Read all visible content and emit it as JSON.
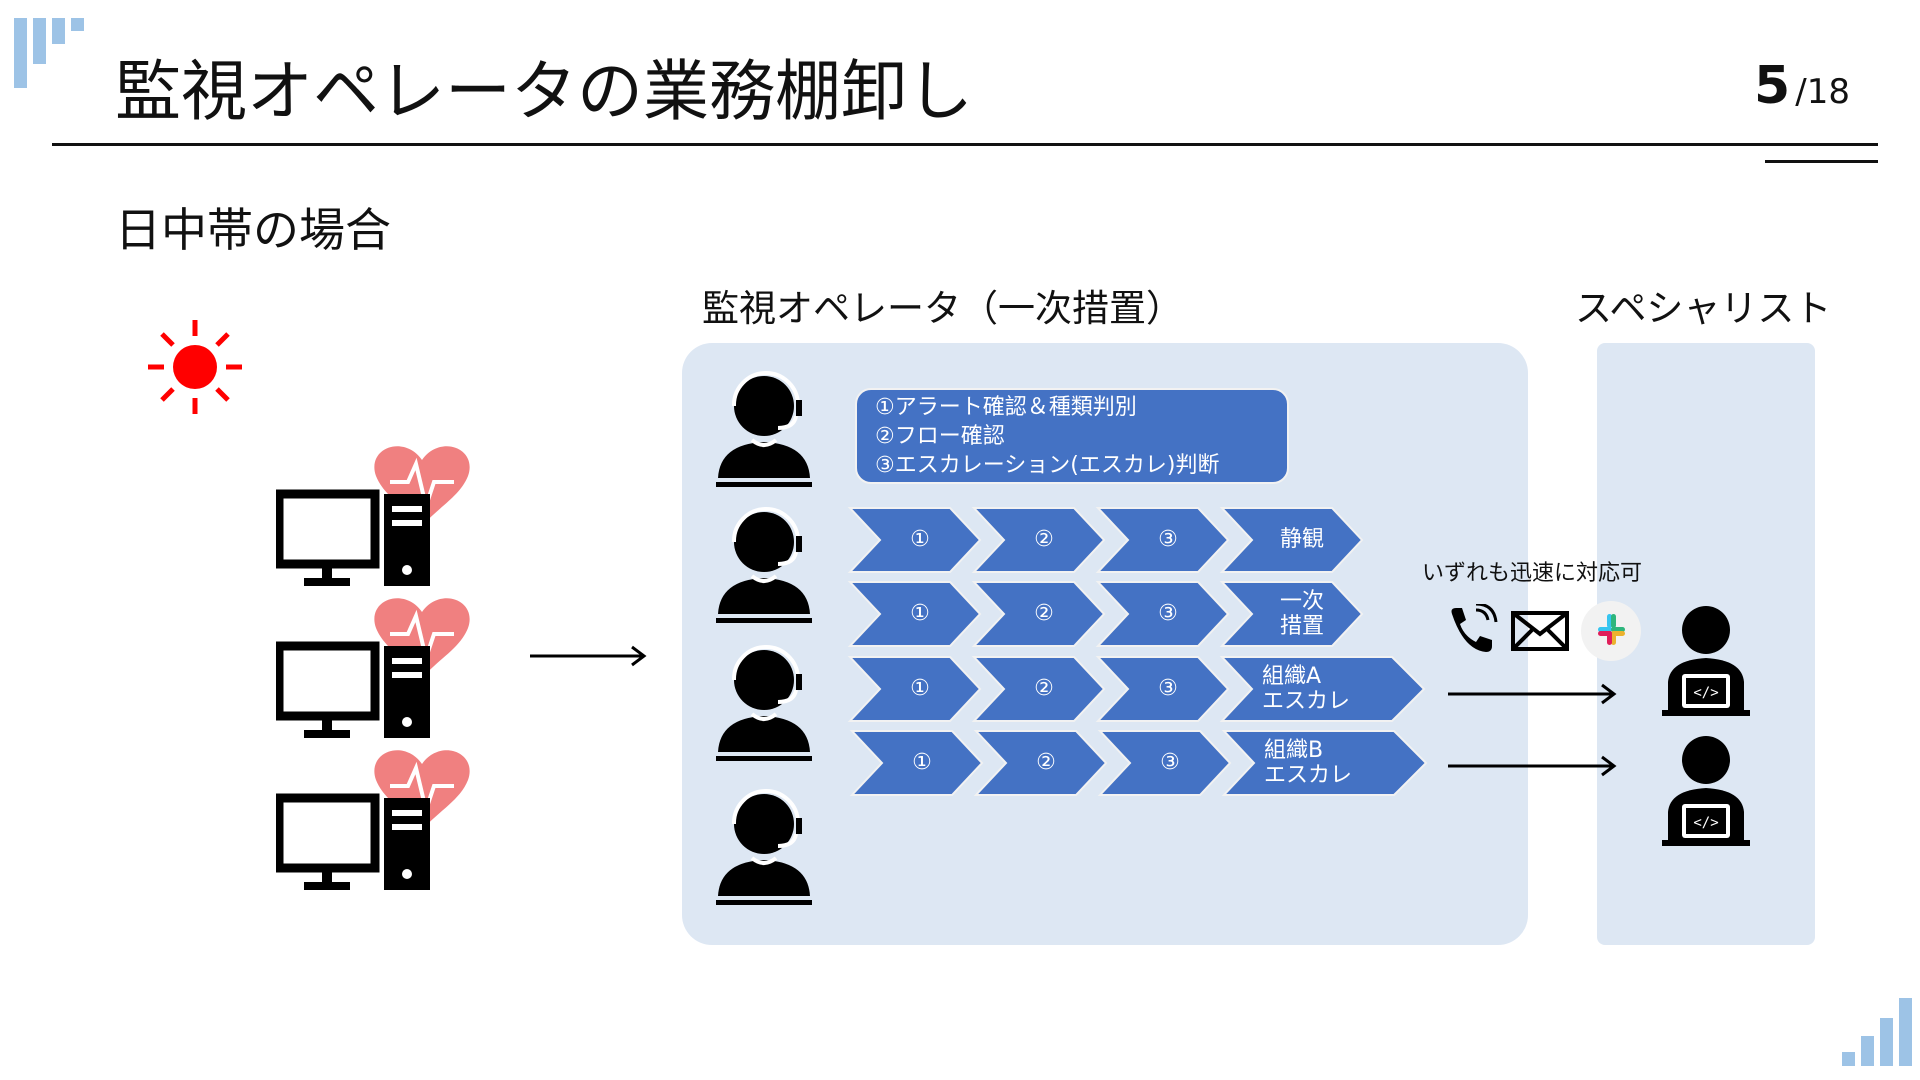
{
  "slide": {
    "title": "監視オペレータの業務棚卸し",
    "page_current": "5",
    "page_total": "/18",
    "subtitle": "日中帯の場合"
  },
  "operator_section": {
    "label": "監視オペレータ（一次措置）",
    "steps": [
      "①アラート確認＆種類判別",
      "②フロー確認",
      "③エスカレーション(エスカレ)判断"
    ],
    "rows": [
      {
        "steps": [
          "①",
          "②",
          "③"
        ],
        "outcome": "静観"
      },
      {
        "steps": [
          "①",
          "②",
          "③"
        ],
        "outcome": "一次\n措置"
      },
      {
        "steps": [
          "①",
          "②",
          "③"
        ],
        "outcome": "組織A\nエスカレ"
      },
      {
        "steps": [
          "①",
          "②",
          "③"
        ],
        "outcome": "組織B\nエスカレ"
      }
    ]
  },
  "contact": {
    "label": "いずれも迅速に対応可",
    "icons": [
      "phone-icon",
      "mail-icon",
      "slack-icon"
    ]
  },
  "specialist_section": {
    "label": "スペシャリスト"
  },
  "colors": {
    "accent_blue": "#4472c4",
    "panel_bg": "#dde7f3",
    "sun_red": "#ff0000",
    "heart_pink": "#f08080",
    "logo_blue": "#9dc3e6"
  }
}
